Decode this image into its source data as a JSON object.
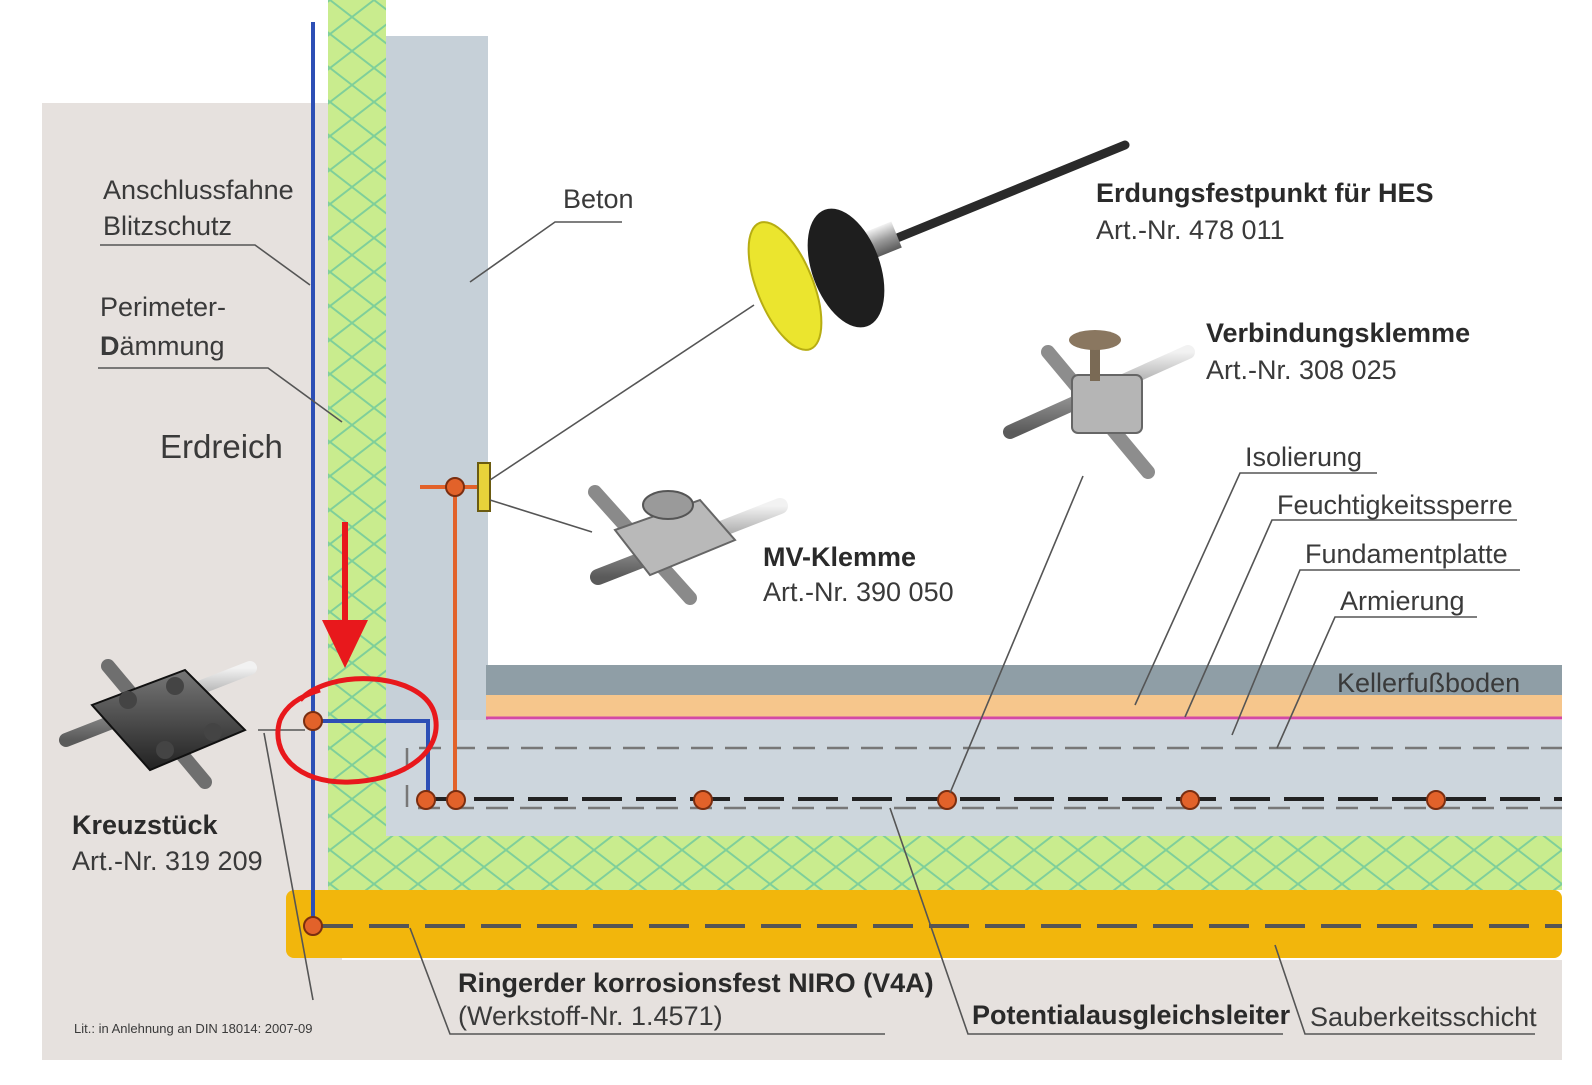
{
  "labels": {
    "anschlussfahne_1": "Anschlussfahne",
    "anschlussfahne_2": "Blitzschutz",
    "perimeter_1": "Perimeter-",
    "perimeter_2_first": "D",
    "perimeter_2_rest": "ämmung",
    "erdreich": "Erdreich",
    "beton": "Beton",
    "isolierung": "Isolierung",
    "feuchtigkeitssperre": "Feuchtigkeitssperre",
    "fundamentplatte": "Fundamentplatte",
    "armierung": "Armierung",
    "kellerfussboden": "Kellerfußboden",
    "potentialausgleichsleiter": "Potentialausgleichsleiter",
    "sauberkeitsschicht": "Sauberkeitsschicht"
  },
  "products": {
    "erdungsfestpunkt": {
      "name": "Erdungsfestpunkt für HES",
      "art": "Art.-Nr. 478 011"
    },
    "verbindungsklemme": {
      "name": "Verbindungsklemme",
      "art": "Art.-Nr. 308 025"
    },
    "mv_klemme": {
      "name": "MV-Klemme",
      "art": "Art.-Nr. 390 050"
    },
    "kreuzstueck": {
      "name": "Kreuzstück",
      "art": "Art.-Nr. 319 209"
    },
    "ringerder": {
      "name": "Ringerder korrosionsfest NIRO (V4A)",
      "art": "(Werkstoff-Nr. 1.4571)"
    }
  },
  "footnote": "Lit.: in Anlehnung an DIN 18014: 2007-09",
  "colors": {
    "soil": "#e6e1de",
    "insulation": "#c9ec8e",
    "insulation_lines": "#7fcf9a",
    "concrete": "#cdd6dd",
    "floor": "#8f9ea6",
    "floor_stripe": "#f6c68c",
    "barrier": "#d24aa6",
    "foundation_base": "#f2b60c",
    "blue_conductor": "#2d4fb5",
    "orange_conductor": "#e2622a",
    "annotation": "#e8181c"
  }
}
